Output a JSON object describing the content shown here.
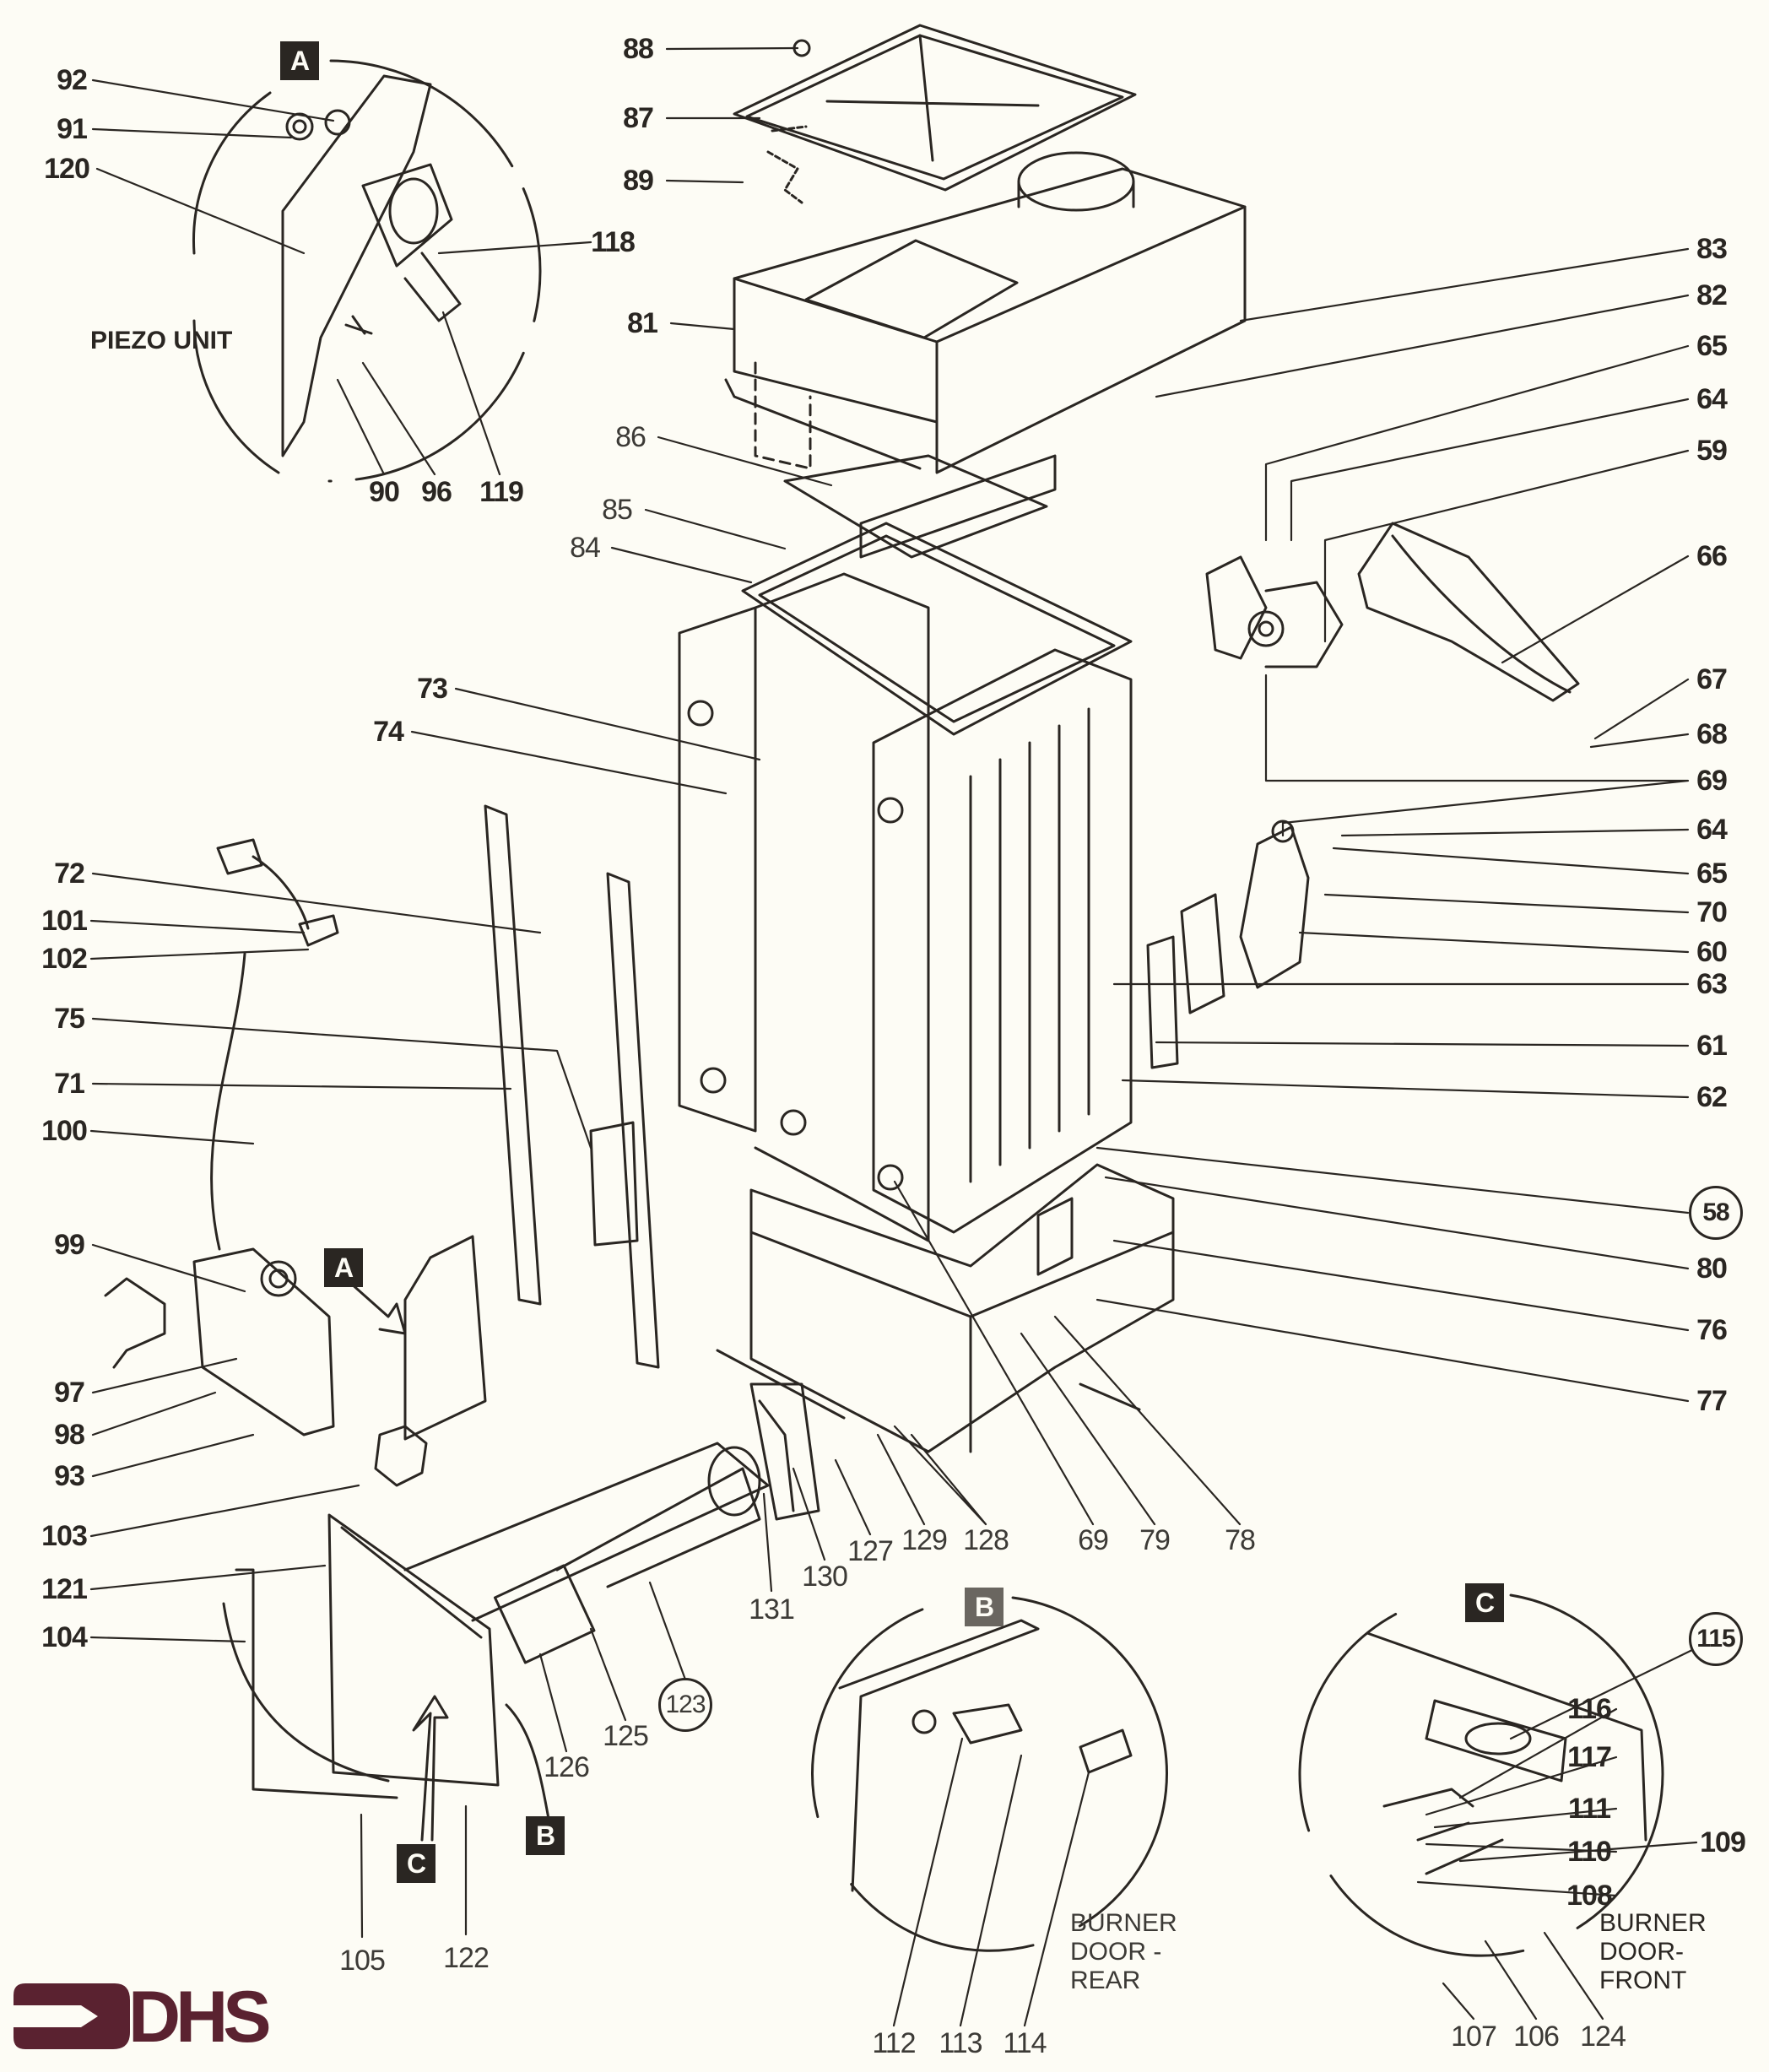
{
  "title": "Boiler exploded parts diagram",
  "brand": {
    "name": "DHS",
    "color": "#5a2230"
  },
  "insets": [
    {
      "key": "A",
      "title": "PIEZO UNIT"
    },
    {
      "key": "B",
      "title": "BURNER DOOR - REAR"
    },
    {
      "key": "C",
      "title": "BURNER DOOR - FRONT"
    }
  ],
  "captions": {
    "piezo": "PIEZO UNIT",
    "burner_rear": "BURNER\nDOOR -\nREAR",
    "burner_front": "BURNER\nDOOR-\nFRONT"
  },
  "callouts": {
    "A_top": "A",
    "A_arrow": "A",
    "B_pointer": "B",
    "B_inset": "B",
    "C_pointer": "C",
    "C_inset": "C"
  },
  "parts": [
    {
      "id": "p92",
      "n": "92"
    },
    {
      "id": "p91",
      "n": "91"
    },
    {
      "id": "p120",
      "n": "120"
    },
    {
      "id": "p118",
      "n": "118"
    },
    {
      "id": "p90",
      "n": "90"
    },
    {
      "id": "p96",
      "n": "96"
    },
    {
      "id": "p119",
      "n": "119"
    },
    {
      "id": "p88",
      "n": "88"
    },
    {
      "id": "p87",
      "n": "87"
    },
    {
      "id": "p89",
      "n": "89"
    },
    {
      "id": "p81",
      "n": "81"
    },
    {
      "id": "p86",
      "n": "86"
    },
    {
      "id": "p85",
      "n": "85"
    },
    {
      "id": "p84",
      "n": "84"
    },
    {
      "id": "p83",
      "n": "83"
    },
    {
      "id": "p82",
      "n": "82"
    },
    {
      "id": "p65a",
      "n": "65"
    },
    {
      "id": "p64a",
      "n": "64"
    },
    {
      "id": "p59",
      "n": "59"
    },
    {
      "id": "p66",
      "n": "66"
    },
    {
      "id": "p67",
      "n": "67"
    },
    {
      "id": "p68",
      "n": "68"
    },
    {
      "id": "p69a",
      "n": "69"
    },
    {
      "id": "p64b",
      "n": "64"
    },
    {
      "id": "p65b",
      "n": "65"
    },
    {
      "id": "p70",
      "n": "70"
    },
    {
      "id": "p60",
      "n": "60"
    },
    {
      "id": "p63",
      "n": "63"
    },
    {
      "id": "p61",
      "n": "61"
    },
    {
      "id": "p62",
      "n": "62"
    },
    {
      "id": "p58",
      "n": "58",
      "circled": true
    },
    {
      "id": "p80",
      "n": "80"
    },
    {
      "id": "p76",
      "n": "76"
    },
    {
      "id": "p77",
      "n": "77"
    },
    {
      "id": "p73",
      "n": "73"
    },
    {
      "id": "p74",
      "n": "74"
    },
    {
      "id": "p72",
      "n": "72"
    },
    {
      "id": "p101",
      "n": "101"
    },
    {
      "id": "p102",
      "n": "102"
    },
    {
      "id": "p75",
      "n": "75"
    },
    {
      "id": "p71",
      "n": "71"
    },
    {
      "id": "p100",
      "n": "100"
    },
    {
      "id": "p99",
      "n": "99"
    },
    {
      "id": "p97",
      "n": "97"
    },
    {
      "id": "p98",
      "n": "98"
    },
    {
      "id": "p93",
      "n": "93"
    },
    {
      "id": "p103",
      "n": "103"
    },
    {
      "id": "p121",
      "n": "121"
    },
    {
      "id": "p104",
      "n": "104"
    },
    {
      "id": "p105",
      "n": "105"
    },
    {
      "id": "p122",
      "n": "122"
    },
    {
      "id": "p126",
      "n": "126"
    },
    {
      "id": "p125",
      "n": "125"
    },
    {
      "id": "p123",
      "n": "123",
      "circled": true
    },
    {
      "id": "p131",
      "n": "131"
    },
    {
      "id": "p130",
      "n": "130"
    },
    {
      "id": "p127",
      "n": "127"
    },
    {
      "id": "p129",
      "n": "129"
    },
    {
      "id": "p128",
      "n": "128"
    },
    {
      "id": "p69b",
      "n": "69"
    },
    {
      "id": "p79",
      "n": "79"
    },
    {
      "id": "p78",
      "n": "78"
    },
    {
      "id": "p112",
      "n": "112"
    },
    {
      "id": "p113",
      "n": "113"
    },
    {
      "id": "p114",
      "n": "114"
    },
    {
      "id": "p116",
      "n": "116"
    },
    {
      "id": "p117",
      "n": "117"
    },
    {
      "id": "p111",
      "n": "111"
    },
    {
      "id": "p110",
      "n": "110"
    },
    {
      "id": "p108",
      "n": "108"
    },
    {
      "id": "p109",
      "n": "109"
    },
    {
      "id": "p115",
      "n": "115",
      "circled": true
    },
    {
      "id": "p107",
      "n": "107"
    },
    {
      "id": "p106",
      "n": "106"
    },
    {
      "id": "p124",
      "n": "124"
    }
  ]
}
